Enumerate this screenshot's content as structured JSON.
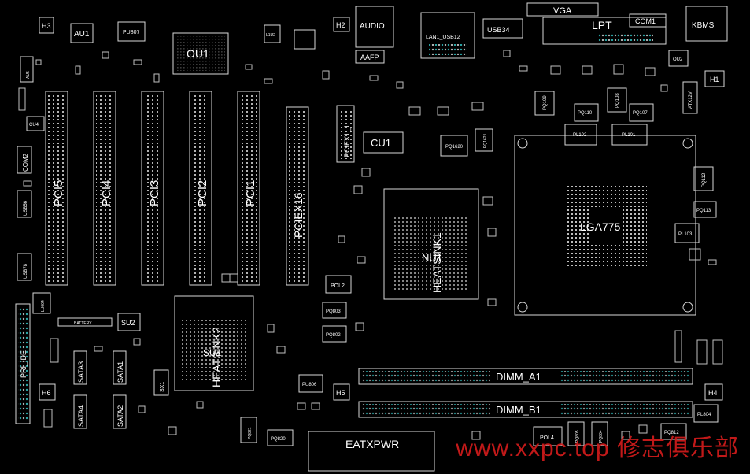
{
  "board": {
    "labels": {
      "h3": "H3",
      "au1": "AU1",
      "pu807": "PU807",
      "ou1": "OU1",
      "l1u2": "L1U2",
      "h2": "H2",
      "audio": "AUDIO",
      "aafp": "AAFP",
      "lan1_usb12": "LAN1_USB12",
      "usb34": "USB34",
      "vga": "VGA",
      "lpt": "LPT",
      "com1": "COM1",
      "kbms": "KBMS",
      "ou2": "OU2",
      "h1": "H1",
      "atx12v": "ATX12V",
      "pci5": "PCI5",
      "pci4": "PCI4",
      "pci3": "PCI3",
      "pci2": "PCI2",
      "pci1": "PCI1",
      "pciex16": "PCIEX16",
      "pciex1_1": "PCIEX1_1",
      "cu1": "CU1",
      "com2": "COM2",
      "usb56": "USB56",
      "usb78": "USB78",
      "cu4": "CU4",
      "au5": "AU5",
      "pq109": "PQ109",
      "pq108": "PQ108",
      "pq110": "PQ110",
      "pq107": "PQ107",
      "pl102": "PL102",
      "pl101": "PL101",
      "pq1620": "PQ1620",
      "pq1621": "PQ1621",
      "lga775": "LGA775",
      "pq112": "PQ112",
      "pq113": "PQ113",
      "pl103": "PL103",
      "nu1": "NU1",
      "heatsink1": "HEATSINK1",
      "pol2": "POL2",
      "pq803": "PQ803",
      "pq802": "PQ802",
      "heatsink2": "HEATSINK2",
      "su1": "SU1",
      "battery": "BATTERY",
      "su2": "SU2",
      "sx1": "SX1",
      "lu004": "LU004",
      "pri_ide": "PRI_IDE",
      "h6": "H6",
      "sata3": "SATA3",
      "sata4": "SATA4",
      "sata1": "SATA1",
      "sata2": "SATA2",
      "pu806": "PU806",
      "h5": "H5",
      "dimm_a1": "DIMM_A1",
      "dimm_b1": "DIMM_B1",
      "h4": "H4",
      "pl804": "PL804",
      "eatxpwr": "EATXPWR",
      "pol4": "POL4",
      "pq805": "PQ805",
      "pq804": "PQ804",
      "pq812": "PQ812",
      "pq821": "PQ821",
      "pq820": "PQ820"
    }
  },
  "watermark": {
    "text": "www.xxpc.top 修志俱乐部",
    "color": "#d21c1c"
  }
}
